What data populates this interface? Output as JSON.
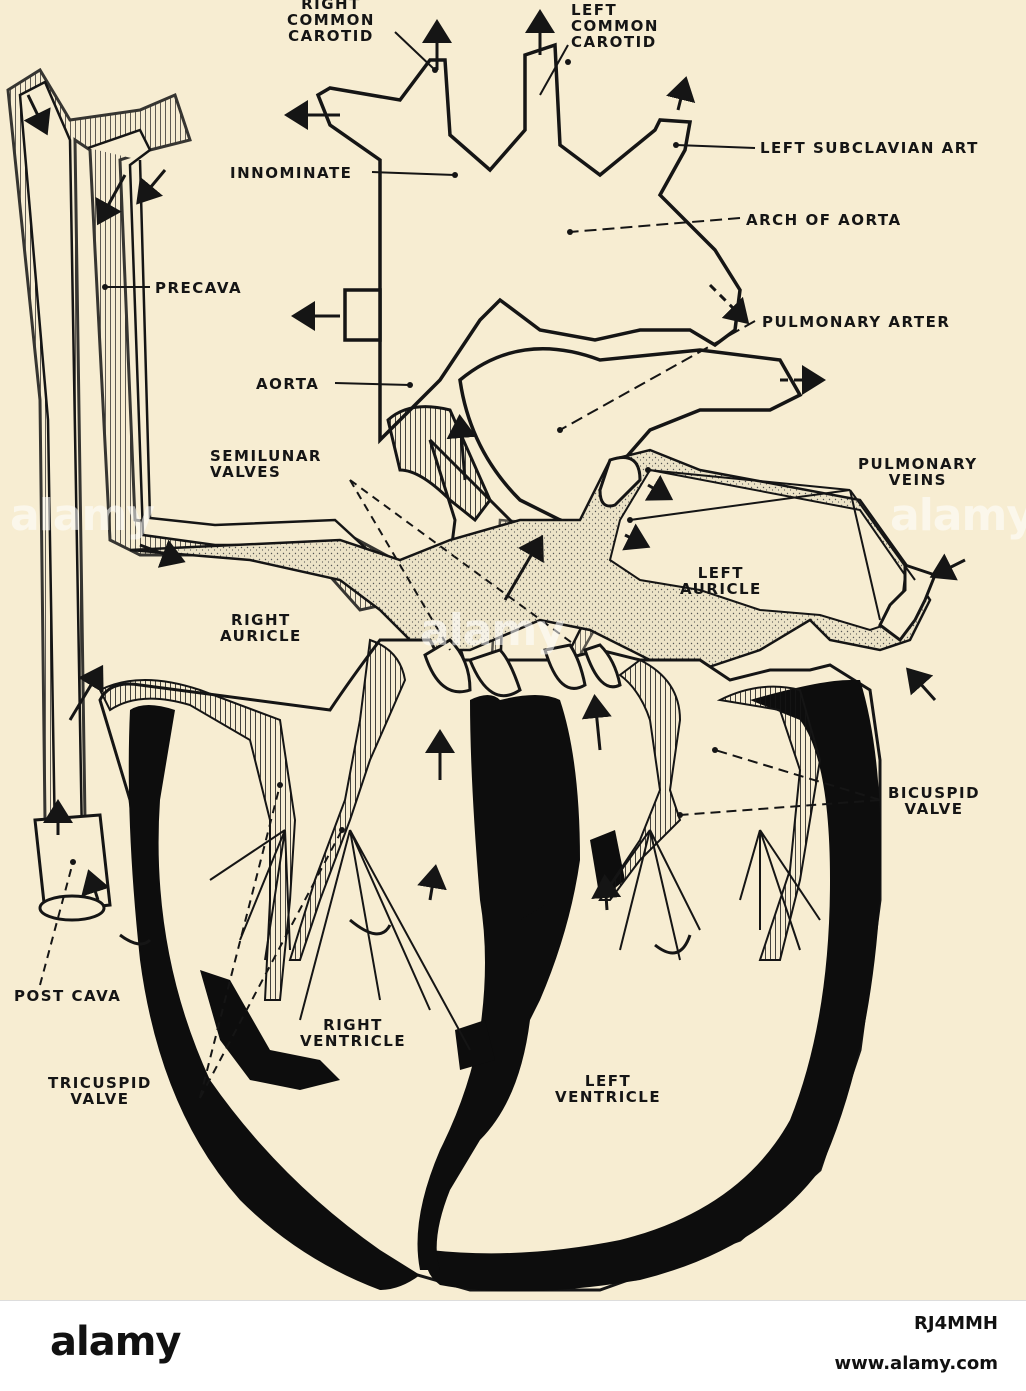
{
  "labels": {
    "right_common_carotid": [
      "RIGHT",
      "COMMON",
      "CAROTID"
    ],
    "left_common_carotid": [
      "LEFT",
      "COMMON",
      "CAROTID"
    ],
    "left_subclavian": "LEFT SUBCLAVIAN ART",
    "innominate": "INNOMINATE",
    "arch_of_aorta": "ARCH OF AORTA",
    "precava": "PRECAVA",
    "pulmonary_artery": "PULMONARY ARTER",
    "aorta": "AORTA",
    "semilunar_valves": [
      "SEMILUNAR",
      "VALVES"
    ],
    "pulmonary_veins": [
      "PULMONARY",
      "VEINS"
    ],
    "left_auricle": [
      "LEFT",
      "AURICLE"
    ],
    "right_auricle": [
      "RIGHT",
      "AURICLE"
    ],
    "bicuspid_valve": [
      "BICUSPID",
      "VALVE"
    ],
    "post_cava": "POST CAVA",
    "right_ventricle": [
      "RIGHT",
      "VENTRICLE"
    ],
    "tricuspid_valve": [
      "TRICUSPID",
      "VALVE"
    ],
    "left_ventricle": [
      "LEFT",
      "VENTRICLE"
    ]
  },
  "watermark": {
    "brand": "alamy",
    "image_id": "RJ4MMH",
    "url": "www.alamy.com"
  },
  "colors": {
    "paper": "#f7edd2",
    "ink": "#151515",
    "stipple": "#e3dcc6",
    "bar": "#ffffff"
  }
}
